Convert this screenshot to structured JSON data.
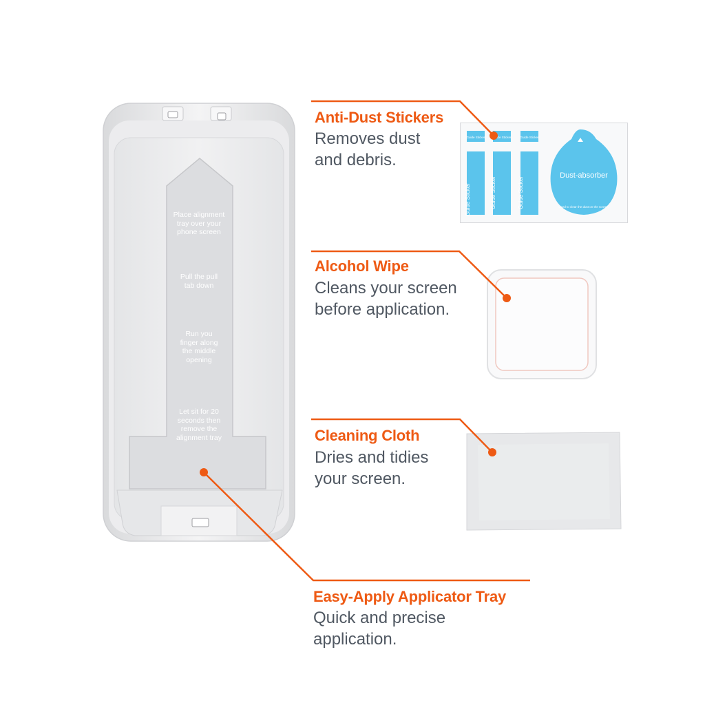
{
  "products": {
    "anti_dust": {
      "title": "Anti-Dust Stickers",
      "lines": [
        "Removes dust",
        "and debris."
      ]
    },
    "alcohol_wipe": {
      "title": "Alcohol Wipe",
      "lines": [
        "Cleans your screen",
        "before application."
      ]
    },
    "cleaning_cloth": {
      "title": "Cleaning Cloth",
      "lines": [
        "Dries and tidies",
        "your screen."
      ]
    },
    "tray": {
      "title": "Easy-Apply Applicator Tray",
      "lines": [
        "Quick and precise",
        "application."
      ]
    }
  },
  "tray_steps": [
    [
      "Place alignment",
      "tray over your",
      "phone screen"
    ],
    [
      "Pull the pull",
      "tab down"
    ],
    [
      "Run you",
      "finger along",
      "the middle",
      "opening"
    ],
    [
      "Let sit for 20",
      "seconds then",
      "remove the",
      "alignment tray"
    ]
  ],
  "sticker_card": {
    "guide_label": "Guide Sticker",
    "absorber_label": "Dust-absorber",
    "absorber_note": "Used to clear the dust on the screen."
  },
  "colors": {
    "accent": "#ee5a14",
    "text": "#505862",
    "sticker_blue": "#5bc4ec"
  }
}
